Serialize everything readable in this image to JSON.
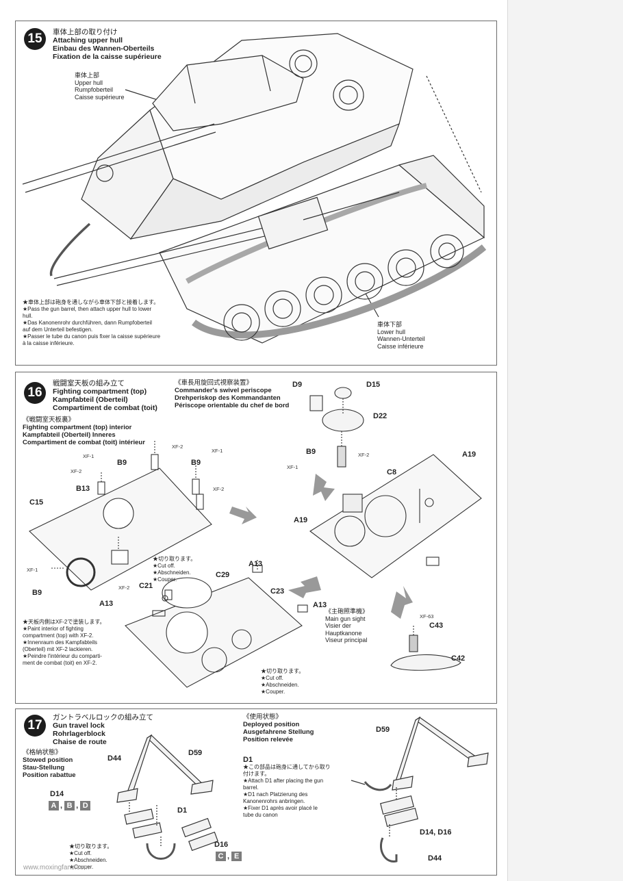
{
  "step15": {
    "number": "15",
    "title_jp": "車体上部の取り付け",
    "title_en": "Attaching upper hull",
    "title_de": "Einbau des Wannen-Oberteils",
    "title_fr": "Fixation de la caisse supérieure",
    "upper_hull": [
      "車体上部",
      "Upper hull",
      "Rumpfoberteil",
      "Caisse supérieure"
    ],
    "lower_hull": [
      "車体下部",
      "Lower hull",
      "Wannen-Unterteil",
      "Caisse inférieure"
    ],
    "note": [
      "★車体上部は砲身を通しながら車体下部と接着します。",
      "★Pass the gun barrel, then attach upper hull to lower",
      "hull.",
      "★Das Kanonenrohr durchführen, dann Rumpfoberteil",
      "auf dem Unterteil befestigen.",
      "★Passer le tube du canon puis fixer la caisse supérieure",
      "à la caisse inférieure."
    ]
  },
  "step16": {
    "number": "16",
    "title_jp": "戦闘室天板の組み立て",
    "title_en": "Fighting compartment (top)",
    "title_de": "Kampfabteil (Oberteil)",
    "title_fr": "Compartiment de combat (toit)",
    "interior": [
      "《戦闘室天板裏》",
      "Fighting compartment (top) interior",
      "Kampfabteil (Oberteil) Inneres",
      "Compartiment de combat (toit) intérieur"
    ],
    "periscope": [
      "《車長用旋回式視察装置》",
      "Commander's swivel periscope",
      "Drehperiskop des Kommandanten",
      "Périscope orientable du chef de bord"
    ],
    "gunsight": [
      "《主砲照準機》",
      "Main gun sight",
      "Visier der",
      "Hauptkanone",
      "Viseur principal"
    ],
    "paint_note": [
      "★天板内側はXF-2で塗装します。",
      "★Paint interior of fighting",
      "compartment (top) with XF-2.",
      "★Innenraum des Kampfabteils",
      "(Oberteil) mit XF-2 lackieren.",
      "★Peindre l'intérieur du comparti-",
      "ment de combat (toit) en XF-2."
    ],
    "cutoff": [
      "★切り取ります。",
      "★Cut off.",
      "★Abschneiden.",
      "★Couper."
    ],
    "parts": {
      "b9a": "B9",
      "b9b": "B9",
      "b9c": "B9",
      "b9d": "B9",
      "b13": "B13",
      "c15": "C15",
      "a13a": "A13",
      "a13b": "A13",
      "a13c": "A13",
      "c21": "C21",
      "c29": "C29",
      "c23": "C23",
      "d9": "D9",
      "d15": "D15",
      "d22": "D22",
      "a19a": "A19",
      "a19b": "A19",
      "c8": "C8",
      "c43": "C43",
      "c42": "C42"
    },
    "paints": {
      "xf1a": "XF-1",
      "xf2a": "XF-2",
      "xf2b": "XF-2",
      "xf1b": "XF-1",
      "xf2c": "XF-2",
      "xf1c": "XF-1",
      "xf2d": "XF-2",
      "xf1d": "XF-1",
      "xf2e": "XF-2",
      "xf63": "XF-63"
    }
  },
  "step17": {
    "number": "17",
    "title_jp": "ガントラベルロックの組み立て",
    "title_en": "Gun travel lock",
    "title_de": "Rohrlagerblock",
    "title_fr": "Chaise de route",
    "stowed": [
      "《格納状態》",
      "Stowed position",
      "Stau-Stellung",
      "Position rabattue"
    ],
    "deployed": [
      "《使用状態》",
      "Deployed position",
      "Ausgefahrene Stellung",
      "Position relevée"
    ],
    "d1_title": "D1",
    "d1_note": [
      "★この部品は砲身に通してから取り",
      "付けます。",
      "★Attach D1 after placing the gun",
      "barrel.",
      "★D1 nach Platzierung des",
      "Kanonenrohrs anbringen.",
      "★Fixer D1 après avoir placé le",
      "tube du canon"
    ],
    "cutoff": [
      "★切り取ります。",
      "★Cut off.",
      "★Abschneiden.",
      "★Couper."
    ],
    "d14": "D14",
    "d14_sprues": [
      "A",
      "B",
      "D"
    ],
    "d16": "D16",
    "d16_sprues": [
      "C",
      "E"
    ],
    "parts": {
      "d44a": "D44",
      "d59a": "D59",
      "d1": "D1",
      "d59b": "D59",
      "d14d16": "D14, D16",
      "d44b": "D44"
    }
  },
  "watermark": "www.moxingfans.com"
}
